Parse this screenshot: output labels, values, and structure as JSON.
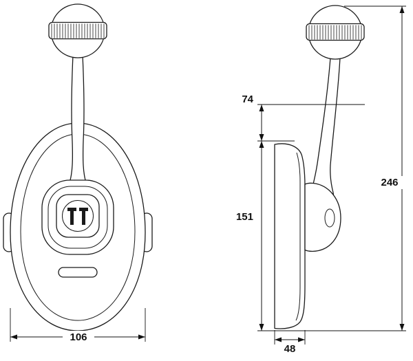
{
  "page": {
    "background": "#ffffff",
    "line_color": "#1a1a1a"
  },
  "drawing": {
    "dimensions": {
      "front_width": "106",
      "lever_offset": "74",
      "bracket_height": "151",
      "overall_height": "246",
      "base_depth": "48"
    }
  }
}
